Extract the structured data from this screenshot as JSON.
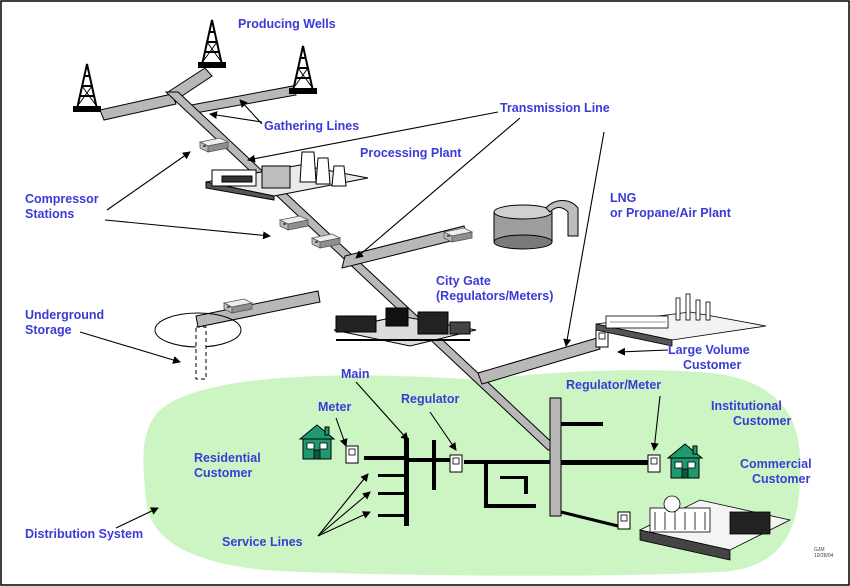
{
  "labels": {
    "producing_wells": "Producing Wells",
    "gathering_lines": "Gathering Lines",
    "transmission_line": "Transmission Line",
    "processing_plant": "Processing Plant",
    "compressor_stations": [
      "Compressor",
      "Stations"
    ],
    "lng_plant": [
      "LNG",
      "or Propane/Air Plant"
    ],
    "city_gate": [
      "City Gate",
      "(Regulators/Meters)"
    ],
    "underground_storage": [
      "Underground",
      "Storage"
    ],
    "large_volume_customer": [
      "Large Volume",
      "Customer"
    ],
    "main": "Main",
    "regulator_meter": "Regulator/Meter",
    "meter": "Meter",
    "regulator": "Regulator",
    "institutional_customer": [
      "Institutional",
      "Customer"
    ],
    "residential_customer": [
      "Residential",
      "Customer"
    ],
    "commercial_customer": [
      "Commercial",
      "Customer"
    ],
    "distribution_system": "Distribution System",
    "service_lines": "Service Lines"
  },
  "signature": [
    "GJM",
    "10/28/04"
  ],
  "colors": {
    "label_text": "#3b3bd6",
    "distribution_area": "#cdf5c4",
    "pipe_fill": "#b8b8b8",
    "house_fill": "#1f9a6f",
    "line": "#000000"
  }
}
